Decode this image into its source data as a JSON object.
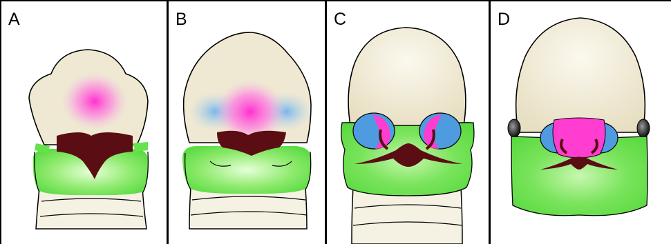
{
  "panels": [
    {
      "label": "A"
    },
    {
      "label": "B"
    },
    {
      "label": "C"
    },
    {
      "label": "D"
    }
  ],
  "colors": {
    "head": "#efe8d2",
    "neck": "#f6f3e7",
    "arch_green": "#66e24d",
    "mouth": "#5a0d12",
    "pink": "#ff3dd0",
    "blue": "#4e9be0",
    "outline": "#000000"
  }
}
